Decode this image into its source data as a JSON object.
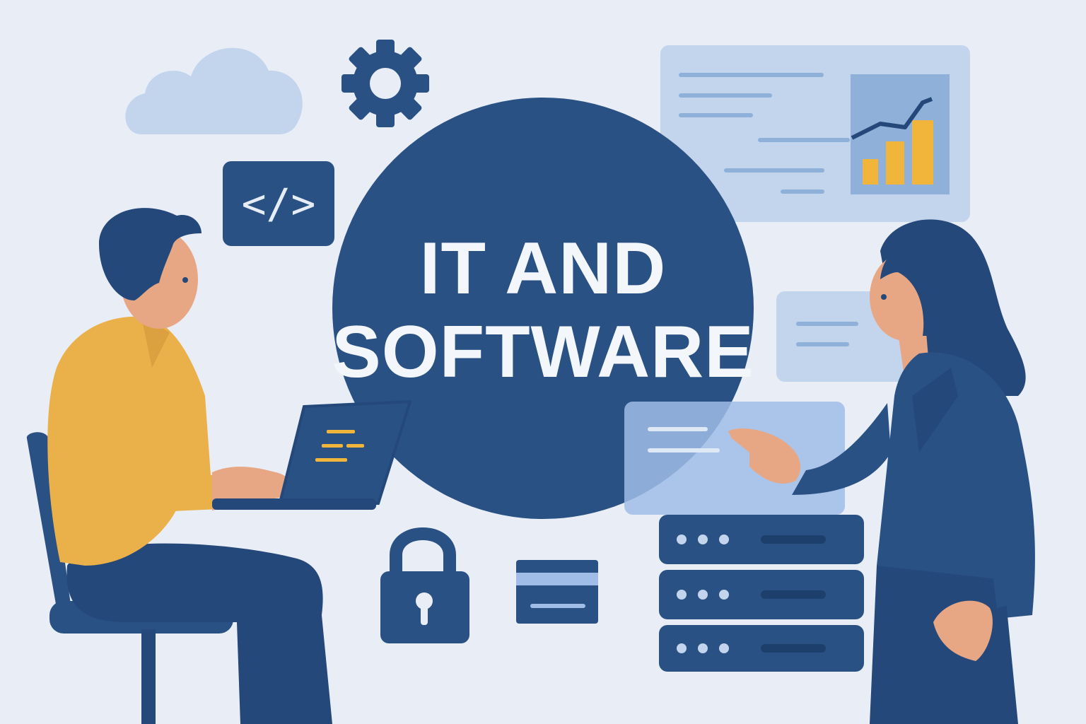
{
  "headline": {
    "line1": "IT AND",
    "line2": "SOFTWARE"
  },
  "code_badge": {
    "glyph": "</>"
  },
  "icons": [
    "cloud-icon",
    "gear-icon",
    "code-icon",
    "lock-icon",
    "credit-card-icon",
    "server-rack-icon",
    "bar-chart-icon",
    "laptop-icon"
  ],
  "people": [
    "man-with-laptop",
    "woman-pointing"
  ],
  "colors": {
    "background": "#e9eef6",
    "navy": "#2a5184",
    "dark_navy": "#24487a",
    "light_blue": "#c3d5ec",
    "mid_blue": "#8fb0d9",
    "accent_yellow": "#f0b53a",
    "shirt_yellow": "#eab04a",
    "skin": "#e8a784"
  }
}
